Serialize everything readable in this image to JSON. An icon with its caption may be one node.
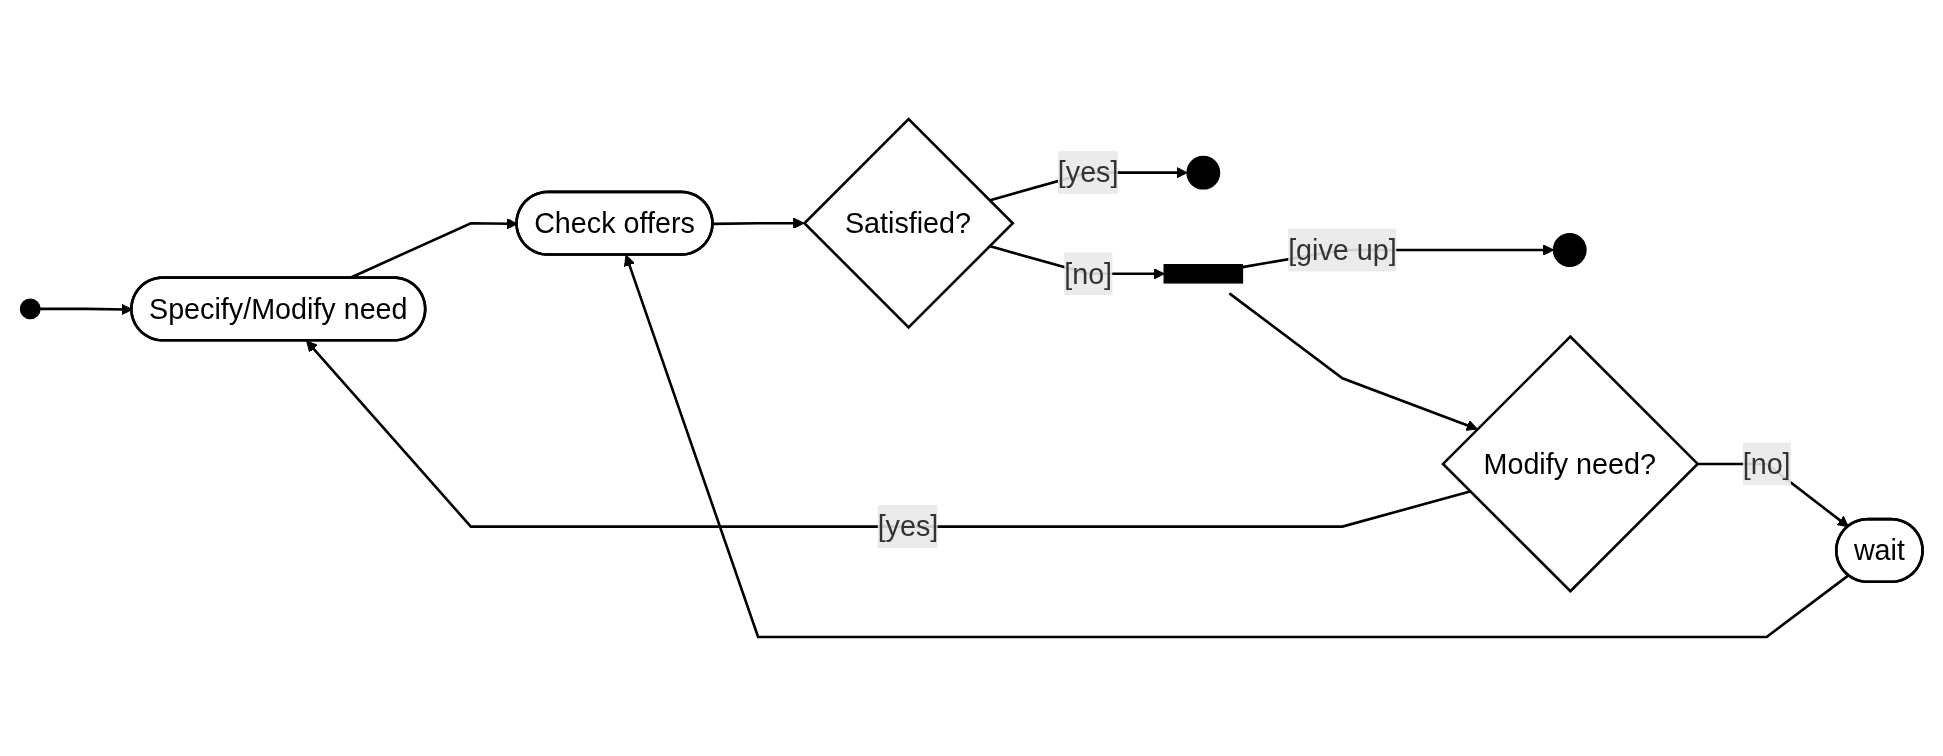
{
  "diagram": {
    "nodes": [
      {
        "text": [],
        "shape": "circle"
      },
      {
        "text": [
          "Specify/Modify need"
        ]
      },
      {
        "text": [
          "Check offers"
        ]
      },
      {
        "text": [
          "Satisfied?"
        ]
      },
      {
        "text": [],
        "shape": "circle"
      },
      {
        "text": [],
        "shape": "bar"
      },
      {
        "text": [],
        "shape": "circle"
      },
      {
        "text": [
          "Modify need?"
        ]
      },
      {
        "text": [
          "wait"
        ]
      }
    ],
    "edges": [
      {
        "from": 0,
        "to": 1,
        "arrow": "to"
      },
      {
        "from": 1,
        "to": 2,
        "arrow": "to"
      },
      {
        "from": 2,
        "to": 3,
        "arrow": "to"
      },
      {
        "from": 3,
        "to": 4,
        "arrow": "to",
        "label": "[yes]"
      },
      {
        "from": 3,
        "to": 5,
        "arrow": "to",
        "label": "[no]"
      },
      {
        "from": 5,
        "to": 7,
        "arrow": "to"
      },
      {
        "from": 5,
        "to": 6,
        "arrow": "to",
        "label": "[give up]"
      },
      {
        "from": 7,
        "to": 8,
        "arrow": "to",
        "label": "[no]"
      },
      {
        "from": 8,
        "to": 2,
        "arrow": "to"
      },
      {
        "from": 7,
        "to": 1,
        "arrow": "to",
        "label": "[yes]"
      }
    ]
  }
}
